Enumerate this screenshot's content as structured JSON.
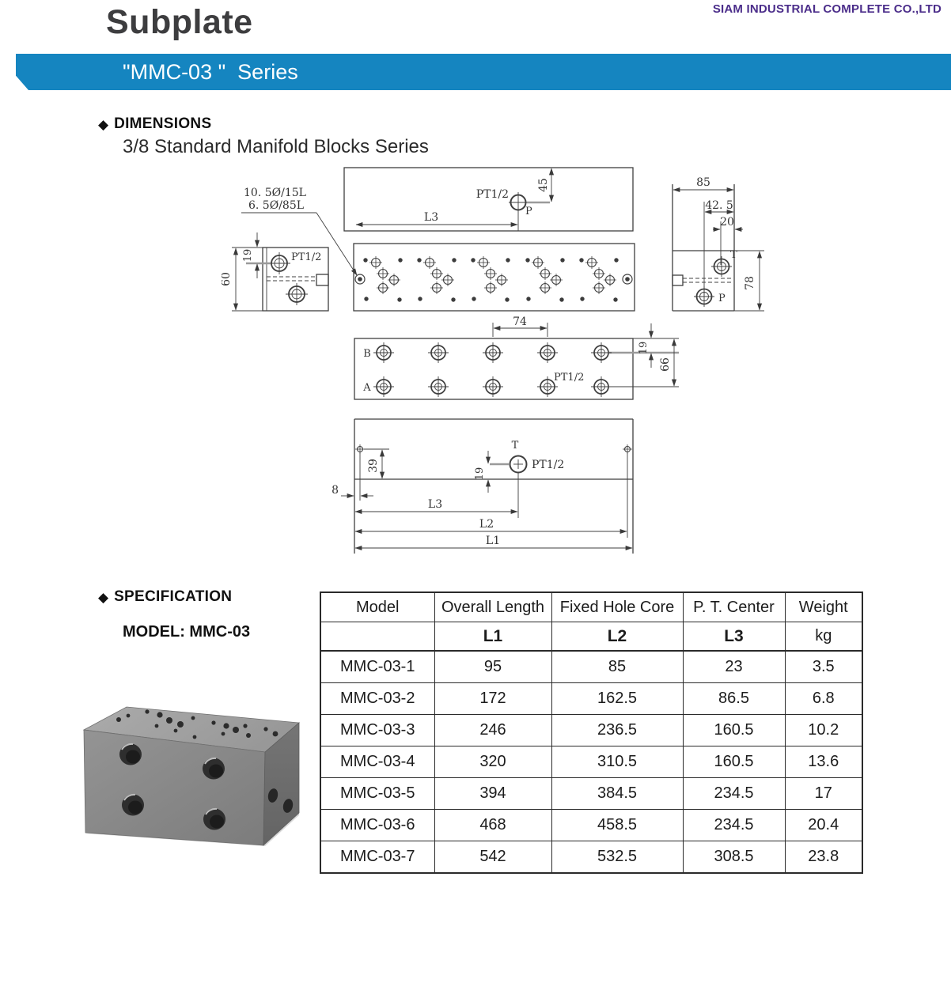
{
  "header": {
    "company": "SIAM INDUSTRIAL COMPLETE CO.,LTD",
    "title": "Subplate",
    "series": "\"MMC-03 \"  Series"
  },
  "dimensions": {
    "heading": "DIMENSIONS",
    "subtitle": "3/8 Standard Manifold Blocks Series",
    "labels": {
      "hole_note1": "10. 5Ø/15L",
      "hole_note2": "6. 5Ø/85L",
      "dim_45": "45",
      "l3_top": "L3",
      "pt_top": "PT1/2",
      "p_top": "P",
      "dim_85": "85",
      "dim_42_5": "42. 5",
      "dim_20": "20",
      "t_end": "T",
      "p_end": "P",
      "dim_78": "78",
      "dim_19_left": "19",
      "dim_60": "60",
      "pt_left": "PT1/2",
      "dim_74": "74",
      "dim_19_mid": "19",
      "dim_66": "66",
      "row_b": "B",
      "row_a": "A",
      "pt_mid": "PT1/2",
      "t_bottom": "T",
      "pt_bottom": "PT1/2",
      "dim_39": "39",
      "dim_19_bottom": "19",
      "dim_8": "8",
      "l3_bottom": "L3",
      "l2_bottom": "L2",
      "l1_bottom": "L1"
    }
  },
  "specification": {
    "heading": "SPECIFICATION",
    "model": "MODEL: MMC-03",
    "table": {
      "headers": [
        "Model",
        "Overall Length",
        "Fixed Hole Core",
        "P. T. Center",
        "Weight"
      ],
      "subheaders": [
        "",
        "L1",
        "L2",
        "L3",
        "kg"
      ],
      "rows": [
        [
          "MMC-03-1",
          "95",
          "85",
          "23",
          "3.5"
        ],
        [
          "MMC-03-2",
          "172",
          "162.5",
          "86.5",
          "6.8"
        ],
        [
          "MMC-03-3",
          "246",
          "236.5",
          "160.5",
          "10.2"
        ],
        [
          "MMC-03-4",
          "320",
          "310.5",
          "160.5",
          "13.6"
        ],
        [
          "MMC-03-5",
          "394",
          "384.5",
          "234.5",
          "17"
        ],
        [
          "MMC-03-6",
          "468",
          "458.5",
          "234.5",
          "20.4"
        ],
        [
          "MMC-03-7",
          "542",
          "532.5",
          "308.5",
          "23.8"
        ]
      ]
    }
  }
}
